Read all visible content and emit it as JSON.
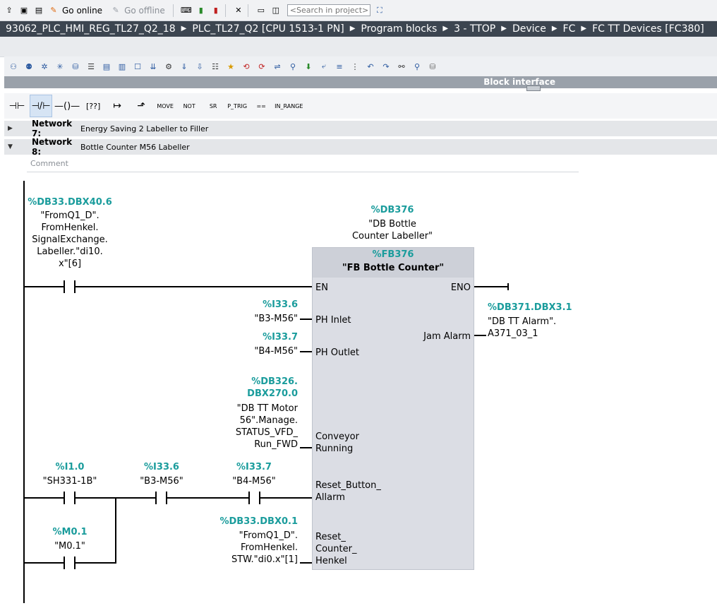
{
  "toolbar": {
    "go_online": "Go online",
    "go_offline": "Go offline",
    "search_placeholder": "<Search in project>"
  },
  "breadcrumb": [
    "93062_PLC_HMI_REG_TL27_Q2_18",
    "PLC_TL27_Q2 [CPU 1513-1 PN]",
    "Program blocks",
    "3 - TTOP",
    "Device",
    "FC",
    "FC TT Devices [FC380]"
  ],
  "block_interface_label": "Block interface",
  "instructions": [
    "MOVE",
    "NOT",
    "SR",
    "P_TRIG",
    "==",
    "IN_RANGE"
  ],
  "networks": [
    {
      "title": "Network 7:",
      "desc": "Energy Saving 2 Labeller to Filler",
      "expanded": false
    },
    {
      "title": "Network 8:",
      "desc": "Bottle Counter M56 Labeller",
      "expanded": true
    }
  ],
  "comment_placeholder": "Comment",
  "ladder": {
    "en_contact": {
      "addr": "%DB33.DBX40.6",
      "tag": "\"FromQ1_D\".\nFromHenkel.\nSignalExchange.\nLabeller.\"di10.\nx\"[6]"
    },
    "instance_db": {
      "addr": "%DB376",
      "tag": "\"DB Bottle\nCounter Labeller\""
    },
    "fb": {
      "addr": "%FB376",
      "name": "\"FB Bottle Counter\""
    },
    "pins": {
      "en": "EN",
      "eno": "ENO",
      "ph_inlet": "PH Inlet",
      "ph_outlet": "PH Outlet",
      "conveyor_running": "Conveyor\nRunning",
      "reset_button": "Reset_Button_\nAllarm",
      "reset_counter": "Reset_\nCounter_\nHenkel",
      "jam_alarm": "Jam Alarm"
    },
    "ph_inlet": {
      "addr": "%I33.6",
      "tag": "\"B3-M56\""
    },
    "ph_outlet": {
      "addr": "%I33.7",
      "tag": "\"B4-M56\""
    },
    "conveyor": {
      "addr": "%DB326.\nDBX270.0",
      "tag": "\"DB TT Motor\n56\".Manage.\nSTATUS_VFD_\nRun_FWD"
    },
    "jam_out": {
      "addr": "%DB371.DBX3.1",
      "tag": "\"DB TT Alarm\".\nA371_03_1"
    },
    "c_i1": {
      "addr": "%I1.0",
      "tag": "\"SH331-1B\""
    },
    "c_i336": {
      "addr": "%I33.6",
      "tag": "\"B3-M56\""
    },
    "c_i337": {
      "addr": "%I33.7",
      "tag": "\"B4-M56\""
    },
    "c_m01": {
      "addr": "%M0.1",
      "tag": "\"M0.1\""
    },
    "reset_counter_in": {
      "addr": "%DB33.DBX0.1",
      "tag": "\"FromQ1_D\".\nFromHenkel.\nSTW.\"di0.x\"[1]"
    }
  }
}
